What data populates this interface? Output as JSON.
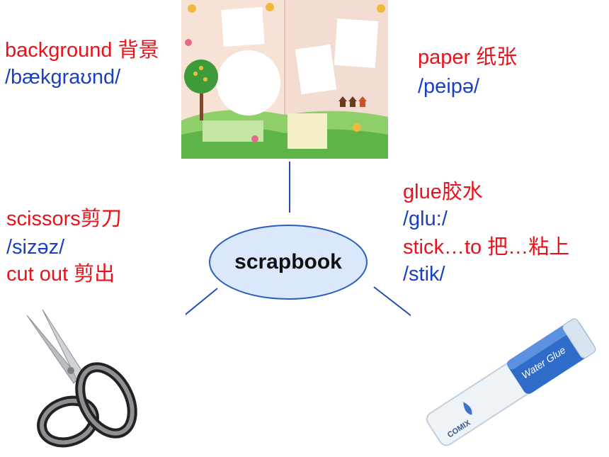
{
  "center": {
    "label": "scrapbook"
  },
  "background": {
    "word": "background 背景",
    "phonetic": "/bækgraʊnd/"
  },
  "paper": {
    "word": "paper 纸张",
    "phonetic": "/peipə/"
  },
  "scissors": {
    "word": "scissors剪刀",
    "phonetic": "/sizəz/",
    "phrase": "cut out 剪出"
  },
  "glue": {
    "word": "glue胶水",
    "phonetic": "/glu:/",
    "phrase": " stick…to 把…粘上",
    "phonetic2": "/stik/"
  },
  "glue_bottle": {
    "brand": "COMIX",
    "label": "Water Glue"
  },
  "colors": {
    "red_text": "#e8121b",
    "blue_text": "#1a3fc4",
    "ellipse_fill": "#dbe8fb",
    "ellipse_stroke": "#2a5fc0",
    "connector": "#1f4db8"
  }
}
